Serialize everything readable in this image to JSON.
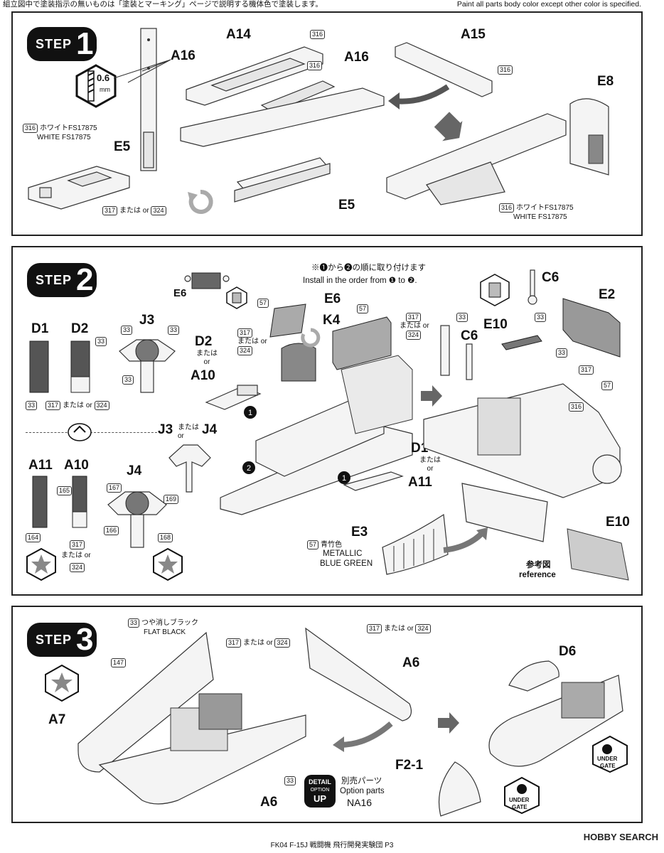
{
  "header": {
    "jp_note": "組立図中で塗装指示の無いものは「塗装とマーキング」ページで説明する機体色で塗装します。",
    "en_note": "Paint all parts body color except other color is specified."
  },
  "step1": {
    "badge_word": "STEP",
    "badge_num": "1",
    "labels": {
      "a14": "A14",
      "a15": "A15",
      "a16_left": "A16",
      "a16_mid": "A16",
      "e5_left": "E5",
      "e5_right": "E5",
      "e8": "E8"
    },
    "drill_size": "0.6",
    "drill_unit": "mm",
    "color316": "316",
    "white_jp": "ホワイトFS17875",
    "white_en": "WHITE FS17875",
    "white_jp_right": "ホワイトFS17875",
    "white_en_right": "WHITE FS17875",
    "c317": "317",
    "c324": "324",
    "or_text": "または or"
  },
  "step2": {
    "badge_word": "STEP",
    "badge_num": "2",
    "order_jp": "※❶から❷の順に取り付けます",
    "order_en": "Install in the order from ❶ to ❷.",
    "labels": {
      "d1": "D1",
      "d2": "D2",
      "j3": "J3",
      "e6_top": "E6",
      "e6": "E6",
      "d2b": "D2",
      "a10": "A10",
      "k4": "K4",
      "c6": "C6",
      "c6b": "C6",
      "e2": "E2",
      "e10": "E10",
      "e10b": "E10",
      "a11": "A11",
      "a10b": "A10",
      "j4": "J4",
      "j3j4": "J3",
      "j4b": "J4",
      "d1b": "D1",
      "a11b": "A11",
      "e3": "E3"
    },
    "or_jp": "または",
    "or_en": "or",
    "colors": {
      "c33": "33",
      "c57": "57",
      "c316": "316",
      "c317": "317",
      "c324": "324",
      "c164": "164",
      "c165": "165",
      "c166": "166",
      "c167": "167",
      "c168": "168",
      "c169": "169"
    },
    "metallic_jp": "青竹色",
    "metallic_en1": "METALLIC",
    "metallic_en2": "BLUE GREEN",
    "reference_jp": "参考図",
    "reference_en": "reference"
  },
  "step3": {
    "badge_word": "STEP",
    "badge_num": "3",
    "labels": {
      "a7": "A7",
      "a6_top": "A6",
      "a6_bottom": "A6",
      "d6": "D6",
      "f21": "F2-1"
    },
    "flat_black_jp": "つや消しブラック",
    "flat_black_en": "FLAT BLACK",
    "c33": "33",
    "c147": "147",
    "c317": "317",
    "c324": "324",
    "or_text": "または or",
    "option_jp": "別売パーツ",
    "option_en": "Option parts",
    "option_code": "NA16",
    "detail_badge": [
      "DETAIL",
      "OPTION",
      "UP"
    ],
    "under_gate": [
      "UNDER",
      "GATE"
    ]
  },
  "footer": {
    "text": "FK04 F-15J 戦闘機 飛行開発実験団 P3",
    "brand": "HOBBY SEARCH"
  }
}
